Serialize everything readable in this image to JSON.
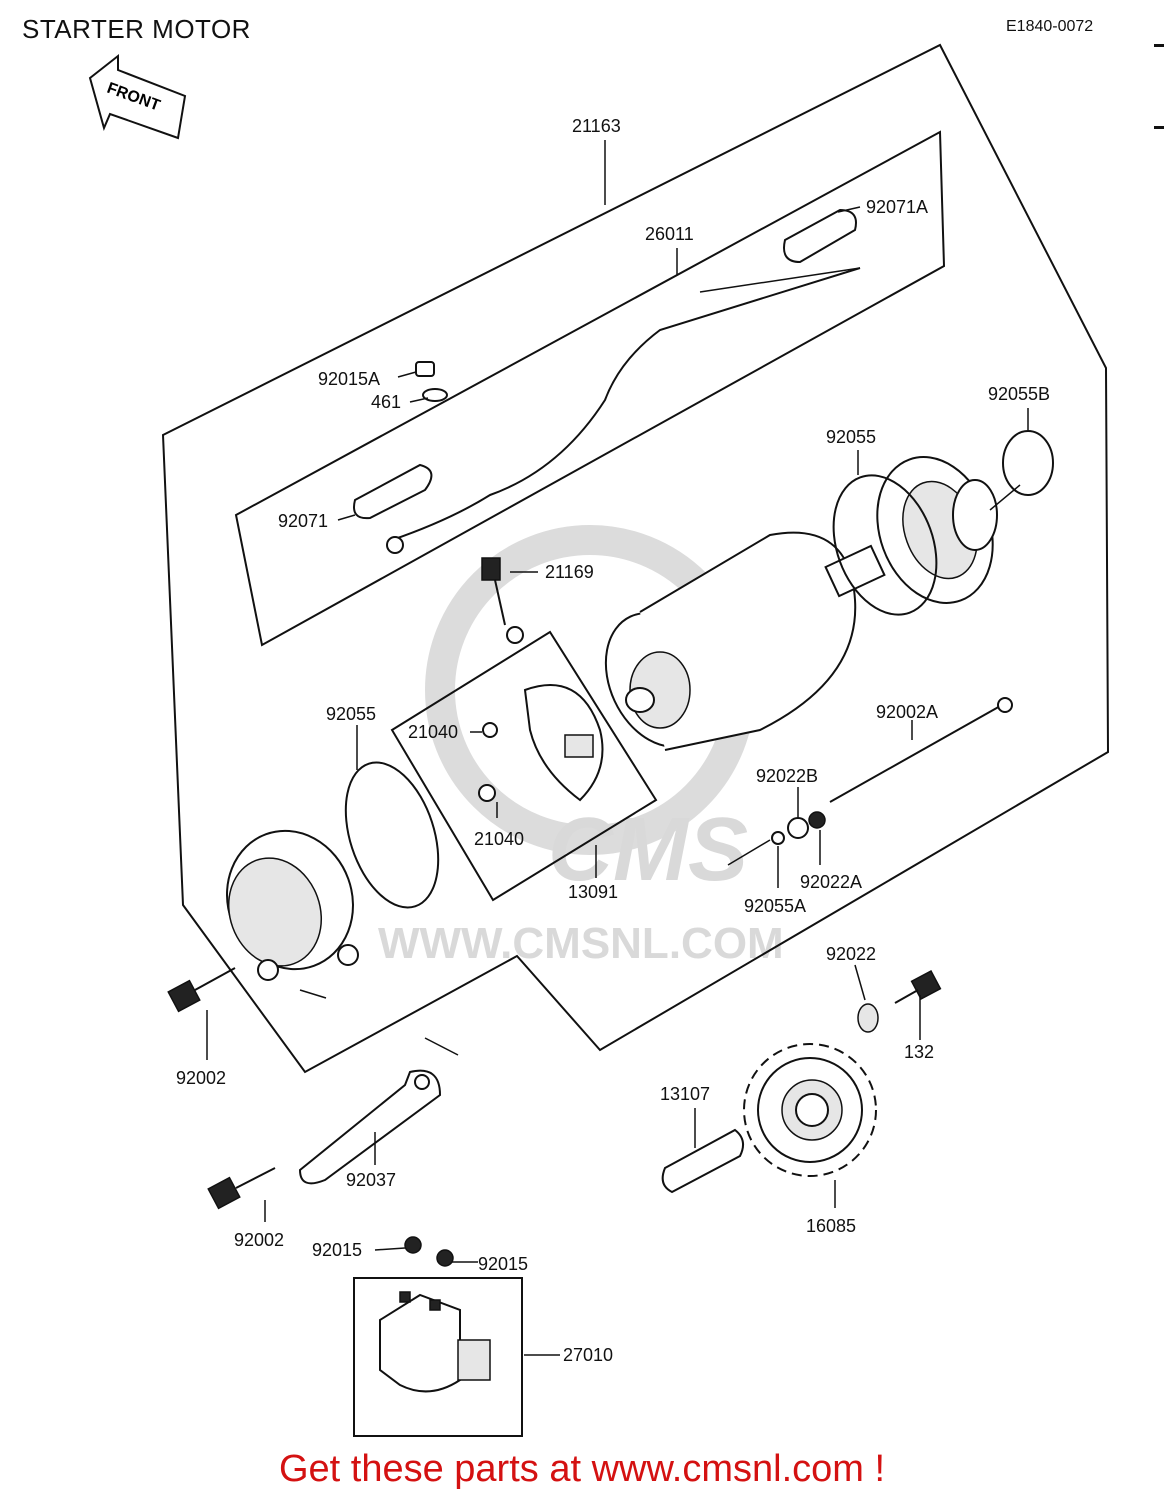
{
  "page": {
    "title": "STARTER MOTOR",
    "diagram_code": "E1840-0072",
    "front_label": "FRONT",
    "footer_text": "Get these parts at www.cmsnl.com !"
  },
  "watermark": {
    "brand": "CMS",
    "url": "WWW.CMSNL.COM"
  },
  "parts": {
    "p21163": "21163",
    "p26011": "26011",
    "p92071A": "92071A",
    "p92015A": "92015A",
    "p461": "461",
    "p92071": "92071",
    "p92055B": "92055B",
    "p92055_top": "92055",
    "p21169": "21169",
    "p92055_left": "92055",
    "p21040_a": "21040",
    "p21040_b": "21040",
    "p13091": "13091",
    "p92002A": "92002A",
    "p92022B": "92022B",
    "p92022A": "92022A",
    "p92055A": "92055A",
    "p92022": "92022",
    "p132": "132",
    "p92002_a": "92002",
    "p13107": "13107",
    "p92037": "92037",
    "p16085": "16085",
    "p92002_b": "92002",
    "p92015_a": "92015",
    "p92015_b": "92015",
    "p27010": "27010"
  },
  "colors": {
    "footer": "#d41111",
    "watermark": "#d9d9d9",
    "ink": "#111111"
  }
}
